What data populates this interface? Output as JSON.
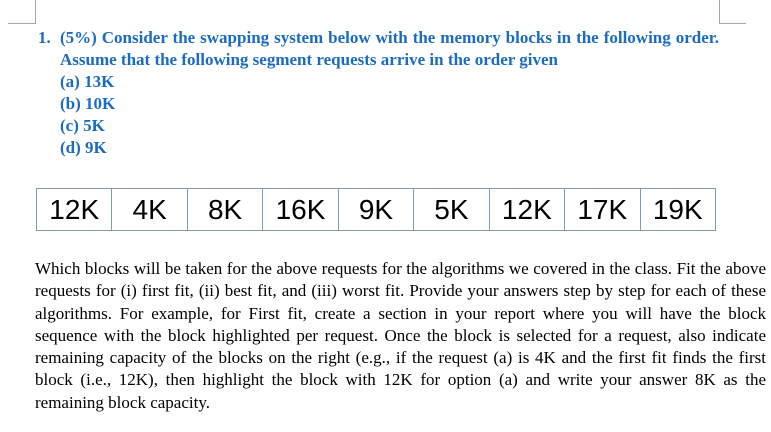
{
  "question": {
    "number": "1.",
    "text": "(5%) Consider the swapping system below with the memory blocks in the following order. Assume that the following segment requests arrive in the order given",
    "requests": [
      "(a) 13K",
      "(b) 10K",
      "(c) 5K",
      "(d) 9K"
    ]
  },
  "memory_blocks": [
    "12K",
    "4K",
    "8K",
    "16K",
    "9K",
    "5K",
    "12K",
    "17K",
    "19K"
  ],
  "instructions": "Which blocks will be taken for the above requests for the algorithms we covered in the class. Fit the above requests for (i) first fit, (ii) best fit, and (iii) worst fit. Provide your answers step by step for each of these algorithms. For example, for First fit, create a section in your report where you will have the block sequence with the block highlighted per request. Once the block is selected for a request, also indicate remaining capacity of the blocks on the right (e.g., if the request (a) is 4K and the first fit finds the first block (i.e., 12K), then highlight the block with 12K for option (a) and write your answer 8K as the remaining block capacity.",
  "colors": {
    "question_text": "#1b6cc0",
    "body_text": "#000000",
    "table_border": "#7f9db9",
    "crop_mark": "#a8a8a8"
  }
}
